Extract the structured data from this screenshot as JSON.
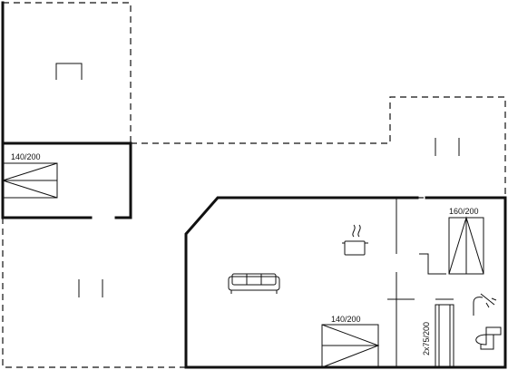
{
  "floor_plan": {
    "bed_labels": {
      "bed_top_left": "140/200",
      "bed_right_room": "160/200",
      "bed_living": "140/200",
      "bunk": "2x75/200"
    },
    "icons": [
      "bed-icon",
      "sofa-icon",
      "cooking-pot-icon",
      "shower-icon",
      "toilet-icon"
    ]
  }
}
